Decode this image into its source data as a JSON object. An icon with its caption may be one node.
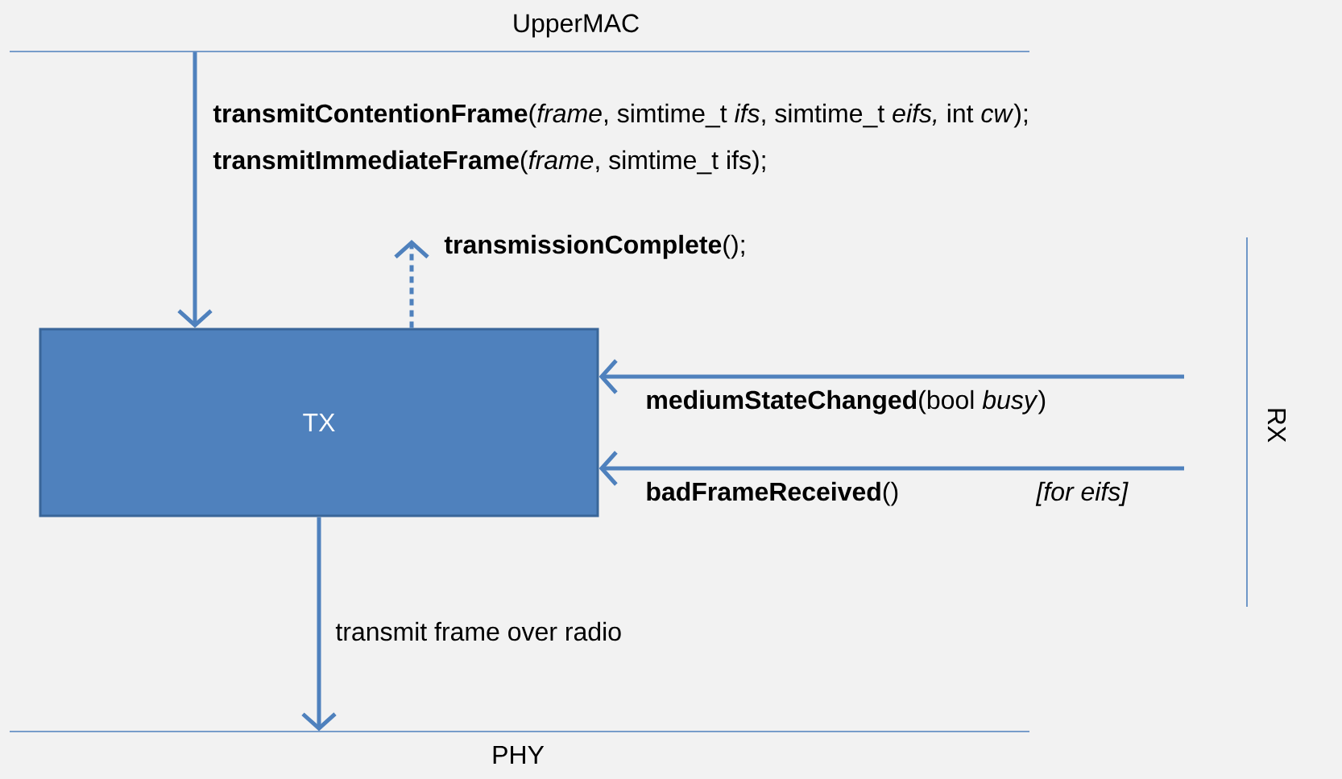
{
  "diagram": {
    "nodes": [
      {
        "text": [
          "UpperMAC"
        ]
      },
      {
        "text": [
          "TX"
        ]
      },
      {
        "text": [
          "PHY"
        ]
      },
      {
        "text": [
          "RX"
        ]
      }
    ],
    "edges": [
      {
        "from": 0,
        "to": 1,
        "arrow": "to"
      },
      {
        "from": 1,
        "to": null,
        "arrow": "to",
        "style": "dashed",
        "label": "**transmissionComplete**();"
      },
      {
        "from": 3,
        "to": 1,
        "arrow": "to",
        "label": "**mediumStateChanged**(bool *busy*)"
      },
      {
        "from": 3,
        "to": 1,
        "arrow": "to",
        "label": "**badFrameReceived**()"
      },
      {
        "from": 1,
        "to": 2,
        "arrow": "to",
        "label": "transmit frame over radio"
      }
    ],
    "labels": [
      "**transmitContentionFrame**(*frame*, simtime_t *ifs*, simtime_t *eifs,* int *cw*);",
      "**transmitImmediateFrame**(*frame*, simtime_t ifs);",
      "[for eifs]"
    ]
  }
}
